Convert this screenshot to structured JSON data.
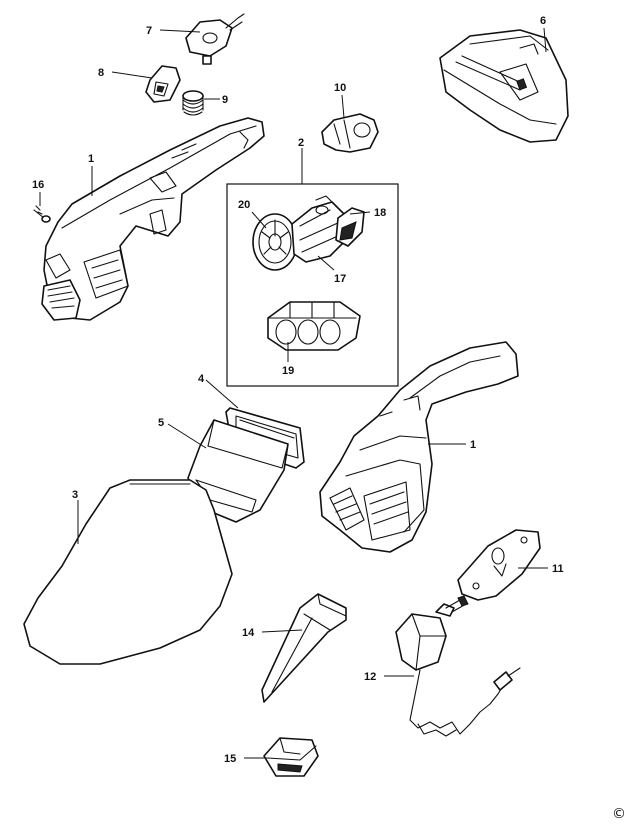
{
  "callouts": {
    "c1a": "1",
    "c1b": "1",
    "c2": "2",
    "c3": "3",
    "c4": "4",
    "c5": "5",
    "c6": "6",
    "c7": "7",
    "c8": "8",
    "c9": "9",
    "c10": "10",
    "c11": "11",
    "c12": "12",
    "c14": "14",
    "c15": "15",
    "c16": "16",
    "c17": "17",
    "c18": "18",
    "c19": "19",
    "c20": "20"
  },
  "copyright": "©"
}
